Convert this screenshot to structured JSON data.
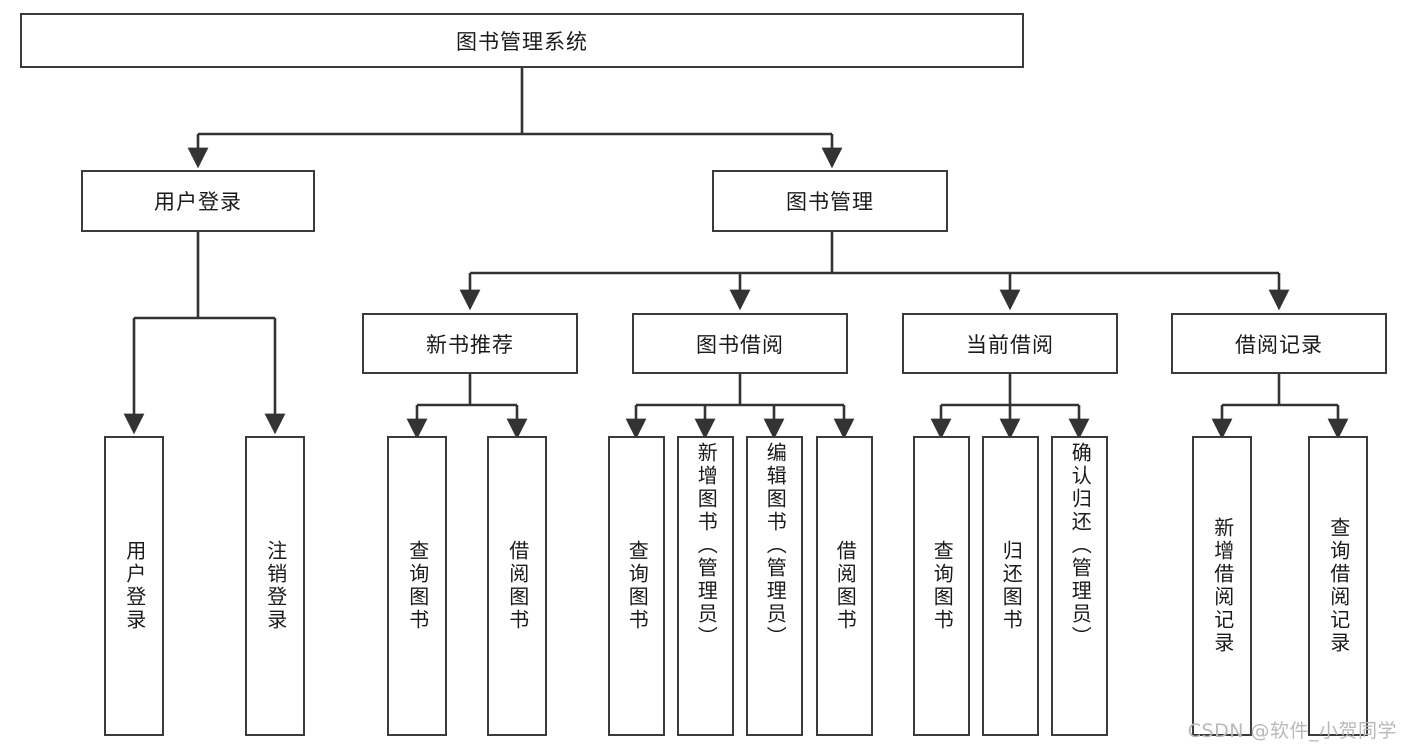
{
  "diagram": {
    "title": "图书管理系统",
    "type": "tree-structure-chart",
    "watermark": "CSDN @软件_小贺同学",
    "colors": {
      "box_border": "#3b3b3b",
      "box_fill": "#ffffff",
      "line": "#333333",
      "text": "#1a1a1a",
      "watermark": "#b9b9b9"
    },
    "nodes": {
      "root": {
        "label": "图书管理系统"
      },
      "level1": [
        {
          "id": "user-login",
          "label": "用户登录"
        },
        {
          "id": "book-manage",
          "label": "图书管理"
        }
      ],
      "level2": [
        {
          "id": "new-book-recommend",
          "label": "新书推荐"
        },
        {
          "id": "book-borrow",
          "label": "图书借阅"
        },
        {
          "id": "current-borrow",
          "label": "当前借阅"
        },
        {
          "id": "borrow-record",
          "label": "借阅记录"
        }
      ],
      "leaves": {
        "user_login": [
          {
            "id": "leaf-user-login",
            "label": "用户登录"
          },
          {
            "id": "leaf-logout-login",
            "label": "注销登录"
          }
        ],
        "new_book_recommend": [
          {
            "id": "leaf-query-book-1",
            "label": "查询图书"
          },
          {
            "id": "leaf-borrow-book-1",
            "label": "借阅图书"
          }
        ],
        "book_borrow": [
          {
            "id": "leaf-query-book-2",
            "label": "查询图书"
          },
          {
            "id": "leaf-add-book",
            "label": "新增图书（管理员）"
          },
          {
            "id": "leaf-edit-book",
            "label": "编辑图书（管理员）"
          },
          {
            "id": "leaf-borrow-book-2",
            "label": "借阅图书"
          }
        ],
        "current_borrow": [
          {
            "id": "leaf-query-book-3",
            "label": "查询图书"
          },
          {
            "id": "leaf-return-book",
            "label": "归还图书"
          },
          {
            "id": "leaf-confirm-return",
            "label": "确认归还（管理员）"
          }
        ],
        "borrow_record": [
          {
            "id": "leaf-add-borrow-record",
            "label": "新增借阅记录"
          },
          {
            "id": "leaf-query-borrow-record",
            "label": "查询借阅记录"
          }
        ]
      }
    }
  }
}
